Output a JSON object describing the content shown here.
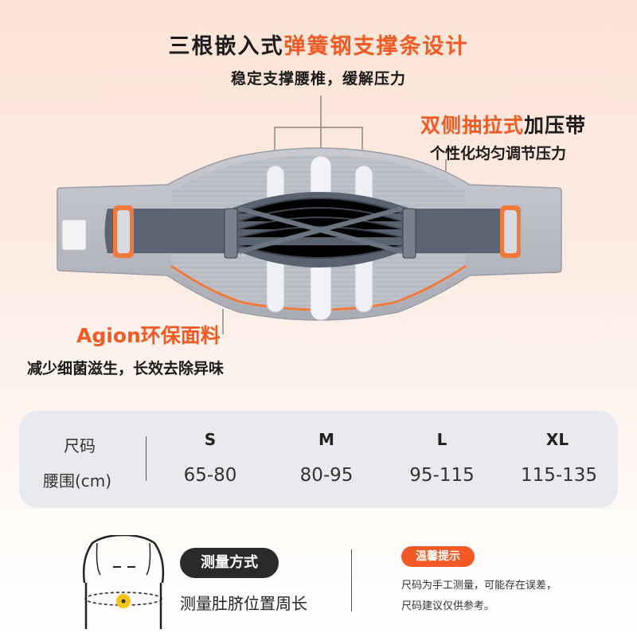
{
  "callout_top": {
    "title_part1": "三根嵌入式",
    "title_part2": "弹簧钢支撑条设计",
    "subtitle": "稳定支撑腰椎，缓解压力"
  },
  "callout_right": {
    "title_part1": "双侧抽拉式",
    "title_part2": "加压带",
    "subtitle": "个性化均匀调节压力"
  },
  "callout_left": {
    "title": "Agion环保面料",
    "subtitle": "减少细菌滋生，长效去除异味"
  },
  "size_table": {
    "row_label_size": "尺码",
    "row_label_waist": "腰围(cm)",
    "columns": [
      {
        "size": "S",
        "range": "65-80"
      },
      {
        "size": "M",
        "range": "80-95"
      },
      {
        "size": "L",
        "range": "95-115"
      },
      {
        "size": "XL",
        "range": "115-135"
      }
    ]
  },
  "measure": {
    "badge": "测量方式",
    "text": "测量肚脐位置周长"
  },
  "tip": {
    "badge": "温馨提示",
    "line1": "尺码为手工测量，可能存在误差，",
    "line2": "尺码建议仅供参考。"
  },
  "colors": {
    "accent": "#f15a24",
    "belt_gray": "#b7b9c0",
    "strap_dark": "#5a6270",
    "card_bg": "#e9eaee"
  }
}
